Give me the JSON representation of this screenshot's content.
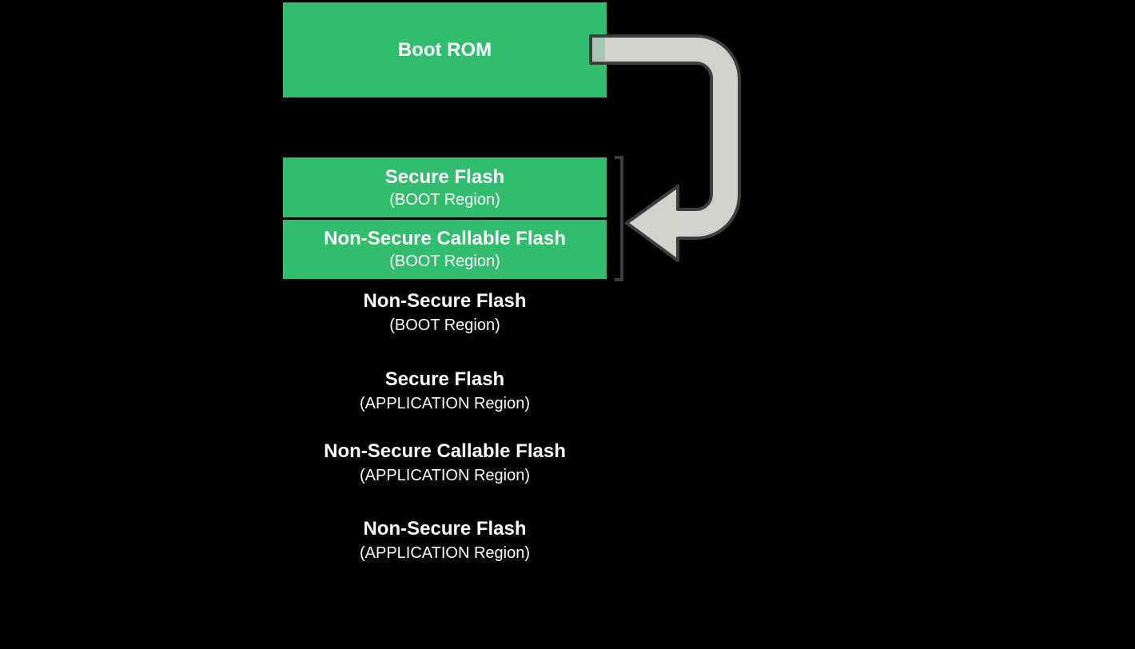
{
  "colors": {
    "box_green": "#31BC6E",
    "arrow_fill": "#D3D1CE",
    "arrow_outline": "#3D3D3D",
    "arrow_overlap": "#A7C8B0",
    "bracket": "#3D3D3D",
    "background": "#000000",
    "text": "#FFFFFF"
  },
  "icons": {
    "arrow": "u-turn-left-arrow",
    "bracket": "right-square-bracket"
  },
  "diagram": {
    "boot_rom": {
      "title": "Boot ROM"
    },
    "flash_boxes": [
      {
        "title": "Secure Flash",
        "subtitle": "(BOOT Region)"
      },
      {
        "title": "Non-Secure Callable Flash",
        "subtitle": "(BOOT Region)"
      }
    ],
    "labels": [
      {
        "title": "Non-Secure Flash",
        "subtitle": "(BOOT Region)"
      },
      {
        "title": "Secure Flash",
        "subtitle": "(APPLICATION Region)"
      },
      {
        "title": "Non-Secure Callable Flash",
        "subtitle": "(APPLICATION Region)"
      },
      {
        "title": "Non-Secure Flash",
        "subtitle": "(APPLICATION Region)"
      }
    ]
  }
}
